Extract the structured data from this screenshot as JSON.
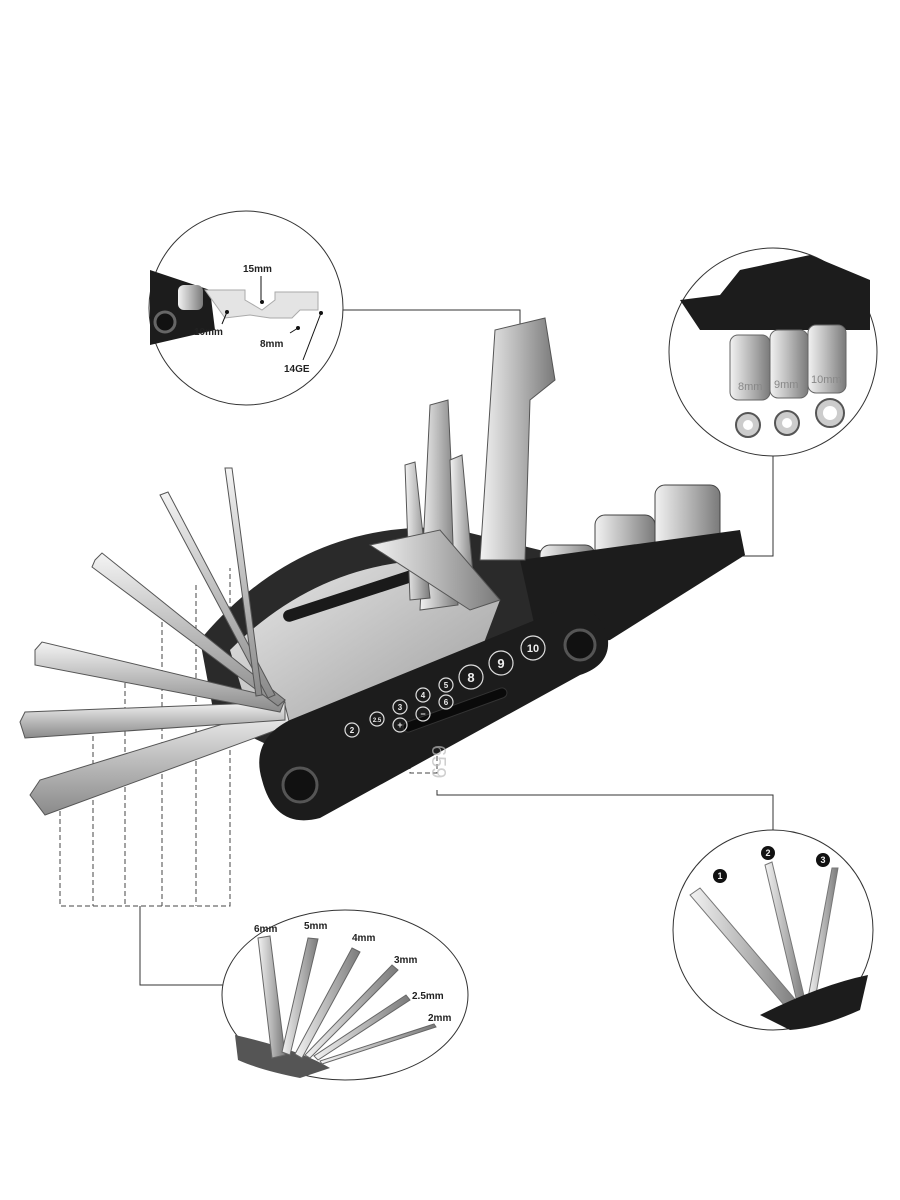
{
  "product": {
    "watermark": "659",
    "body_markings": [
      "2",
      "2.5",
      "3",
      "4",
      "5",
      "+",
      "−",
      "6",
      "8",
      "9",
      "10"
    ]
  },
  "callouts": {
    "tire_lever": {
      "labels": [
        "15mm",
        "10mm",
        "8mm",
        "14GE"
      ]
    },
    "sockets": {
      "labels": [
        "8mm",
        "9mm",
        "10mm"
      ]
    },
    "screwdrivers": {
      "labels": [
        "1",
        "2",
        "3"
      ]
    },
    "hex_keys": {
      "labels": [
        "6mm",
        "5mm",
        "4mm",
        "3mm",
        "2.5mm",
        "2mm"
      ]
    }
  },
  "colors": {
    "body": "#1c1c1c",
    "steel": "#c9c9c9",
    "line": "#333333"
  }
}
